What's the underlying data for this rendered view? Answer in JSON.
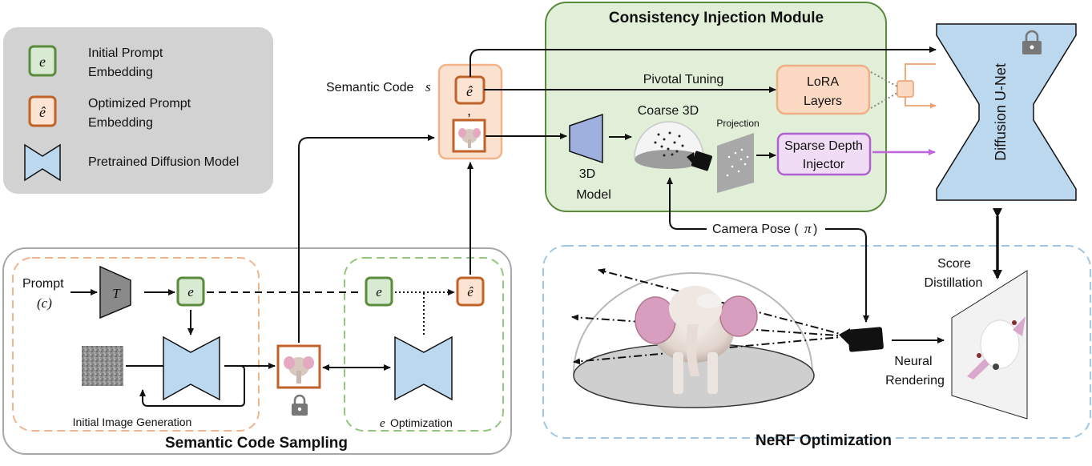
{
  "legend": {
    "initial_symbol": "e",
    "initial_line1": "Initial Prompt",
    "initial_line2": "Embedding",
    "optimized_symbol": "ê",
    "optimized_line1": "Optimized Prompt",
    "optimized_line2": "Embedding",
    "pretrained_label": "Pretrained Diffusion Model"
  },
  "semantic_code": {
    "label": "Semantic Code",
    "symbol": "s",
    "ehat": "ê",
    "comma": ","
  },
  "cim": {
    "title": "Consistency Injection Module",
    "pivotal_tuning": "Pivotal Tuning",
    "lora_line1": "LoRA",
    "lora_line2": "Layers",
    "coarse3d": "Coarse 3D",
    "projection": "Projection",
    "model_line1": "3D",
    "model_line2": "Model",
    "sdi_line1": "Sparse Depth",
    "sdi_line2": "Injector"
  },
  "unet_label": "Diffusion U-Net",
  "camera_pose": {
    "text": "Camera Pose (",
    "symbol": "π",
    "close": ")"
  },
  "score_distillation": {
    "line1": "Score",
    "line2": "Distillation"
  },
  "sampling": {
    "title": "Semantic Code Sampling",
    "prompt_label": "Prompt",
    "prompt_symbol": "(c)",
    "text_encoder": "T",
    "e": "e",
    "e2": "e",
    "ehat": "ê",
    "initial_image_generation": "Initial Image Generation",
    "e_opt_symbol": "e",
    "e_opt_text": "Optimization"
  },
  "nerf": {
    "title": "NeRF Optimization",
    "neural_line1": "Neural",
    "neural_line2": "Rendering"
  },
  "colors": {
    "green_fill": "#d9ead3",
    "green_stroke": "#5a8a3c",
    "orange_fill": "#fde3d2",
    "orange_stroke": "#c0622a",
    "blue_fill": "#bcd8ef",
    "purple_fill": "#f0ddf5",
    "purple_stroke": "#b060d0",
    "lora_fill": "#fbd9c3",
    "lora_stroke": "#f0b086"
  }
}
